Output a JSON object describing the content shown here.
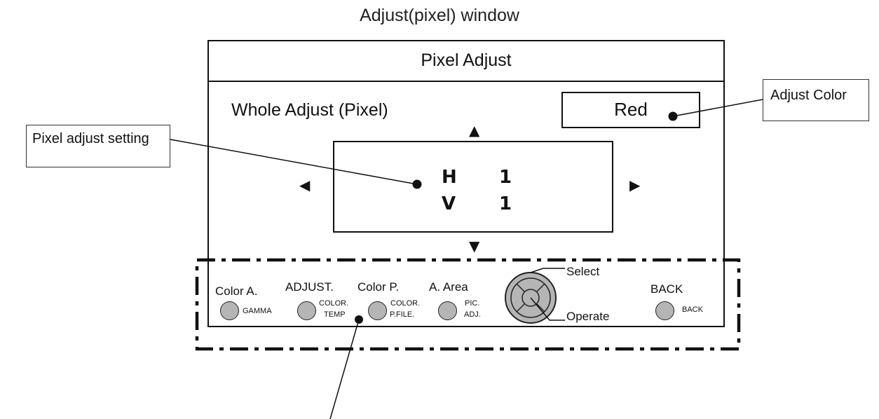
{
  "title": "Adjust(pixel) window",
  "window": {
    "title": "Pixel Adjust",
    "section_label": "Whole Adjust (Pixel)",
    "adjust_color_value": "Red",
    "h_letter": "H",
    "h_value": "1",
    "v_letter": "V",
    "v_value": "1"
  },
  "callouts": {
    "pixel_setting": "Pixel adjust setting",
    "adjust_color": "Adjust Color"
  },
  "buttons": {
    "color_a": {
      "label": "Color A.",
      "sub": "GAMMA"
    },
    "adjust": {
      "label": "ADJUST.",
      "sub1": "COLOR.",
      "sub2": "TEMP"
    },
    "color_p": {
      "label": "Color P.",
      "sub1": "COLOR.",
      "sub2": "P.FILE."
    },
    "a_area": {
      "label": "A. Area",
      "sub1": "PIC.",
      "sub2": "ADJ."
    },
    "joystick": {
      "select": "Select",
      "operate": "Operate"
    },
    "back": {
      "label": "BACK",
      "sub": "BACK"
    }
  },
  "icons": {
    "up": "▲",
    "down": "▼",
    "left": "◀",
    "right": "▶"
  },
  "colors": {
    "line": "#111111",
    "button_fill": "#b5b5b5"
  }
}
